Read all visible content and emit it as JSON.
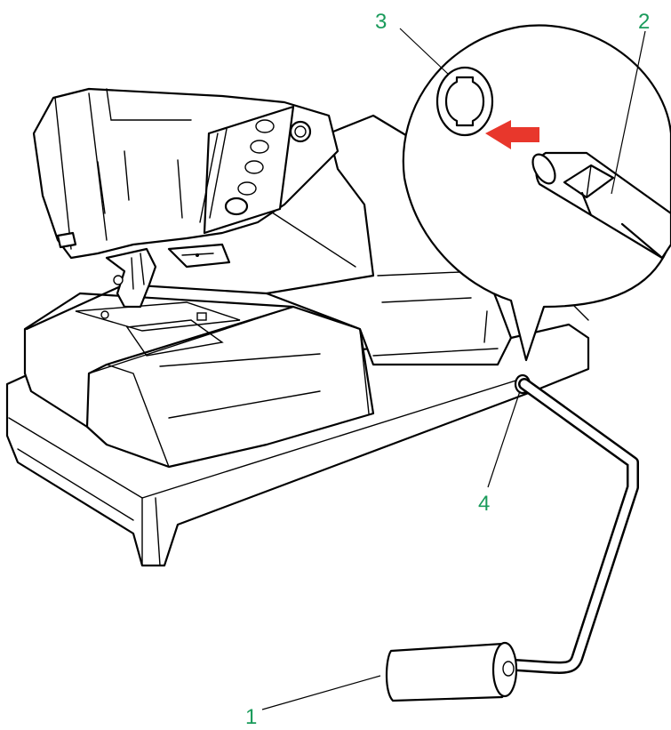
{
  "callouts": {
    "c1": "1",
    "c2": "2",
    "c3": "3",
    "c4": "4"
  },
  "colors": {
    "callout_text": "#1a9b5b",
    "arrow": "#e8372c",
    "line": "#000000"
  }
}
